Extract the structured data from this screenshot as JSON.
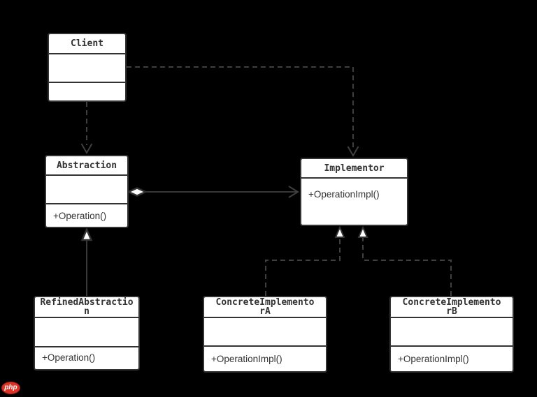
{
  "canvas": {
    "background": "#000000",
    "box_fill": "#ffffff",
    "box_border": "#333333",
    "connector_color": "#3f3f3f"
  },
  "classes": {
    "client": {
      "title_lines": [
        "Client"
      ],
      "attributes": [],
      "operations": []
    },
    "abstraction": {
      "title_lines": [
        "Abstraction"
      ],
      "attributes": [],
      "operations": [
        "+Operation()"
      ]
    },
    "implementor": {
      "title_lines": [
        "Implementor"
      ],
      "operations": [
        "+OperationImpl()"
      ]
    },
    "refined_abstraction": {
      "title_lines": [
        "RefinedAbstractio",
        "n"
      ],
      "attributes": [],
      "operations": [
        "+Operation()"
      ]
    },
    "concrete_implementor_a": {
      "title_lines": [
        "ConcreteImplemento",
        "rA"
      ],
      "attributes": [],
      "operations": [
        "+OperationImpl()"
      ]
    },
    "concrete_implementor_b": {
      "title_lines": [
        "ConcreteImplemento",
        "rB"
      ],
      "attributes": [],
      "operations": [
        "+OperationImpl()"
      ]
    }
  },
  "relationships": [
    {
      "from": "Client",
      "to": "Abstraction",
      "type": "dependency",
      "style": "dashed-open-arrow"
    },
    {
      "from": "Client",
      "to": "Implementor",
      "type": "dependency",
      "style": "dashed-open-arrow"
    },
    {
      "from": "Abstraction",
      "to": "Implementor",
      "type": "aggregation",
      "style": "solid-open-diamond-open-arrow"
    },
    {
      "from": "RefinedAbstraction",
      "to": "Abstraction",
      "type": "generalization",
      "style": "solid-hollow-triangle"
    },
    {
      "from": "ConcreteImplementorA",
      "to": "Implementor",
      "type": "realization",
      "style": "dashed-hollow-triangle"
    },
    {
      "from": "ConcreteImplementorB",
      "to": "Implementor",
      "type": "realization",
      "style": "dashed-hollow-triangle"
    }
  ],
  "logo": {
    "text": "php"
  }
}
